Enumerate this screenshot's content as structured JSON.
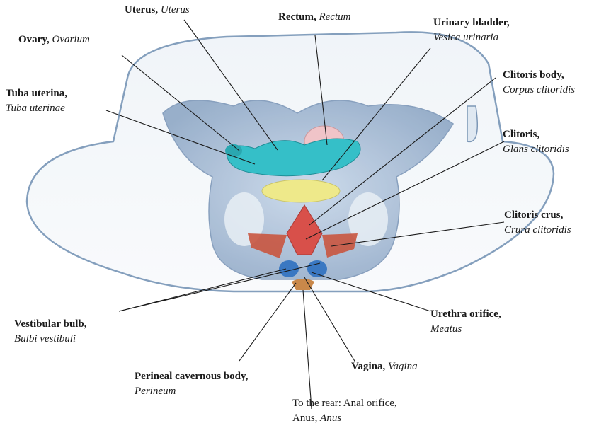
{
  "labels": {
    "uterus": {
      "name": "Uterus,",
      "latin": "Uterus"
    },
    "rectum": {
      "name": "Rectum,",
      "latin": "Rectum"
    },
    "bladder": {
      "name": "Urinary bladder,",
      "latin": "Vesica urinaria"
    },
    "ovary": {
      "name": "Ovary,",
      "latin": "Ovarium"
    },
    "tuba": {
      "name": "Tuba uterina,",
      "latin": "Tuba uterinae"
    },
    "clitoris_body": {
      "name": "Clitoris body,",
      "latin": "Corpus clitoridis"
    },
    "clitoris": {
      "name": "Clitoris,",
      "latin": "Glans clitoridis"
    },
    "clitoris_crus": {
      "name": "Clitoris crus,",
      "latin": "Crura clitoridis"
    },
    "vestibular": {
      "name": "Vestibular bulb,",
      "latin": "Bulbi vestibuli"
    },
    "urethra": {
      "name": "Urethra orifice,",
      "latin": "Meatus"
    },
    "perineal": {
      "name": "Perineal cavernous body,",
      "latin": "Perineum"
    },
    "vagina": {
      "name": "Vagina,",
      "latin": "Vagina"
    },
    "anus": {
      "line1": "To the rear: Anal orifice,",
      "prefix": "Anus,",
      "latin": "Anus"
    }
  },
  "colors": {
    "bone": "#b9cbe0",
    "bone_dark": "#8fa8c6",
    "uterus": "#35bfc8",
    "rectum": "#f0c4c8",
    "bladder": "#eee98a",
    "clitoris": "#d8504a",
    "bulb": "#3a78c2",
    "perineum": "#c9884a",
    "leader": "#1a1a1a"
  }
}
